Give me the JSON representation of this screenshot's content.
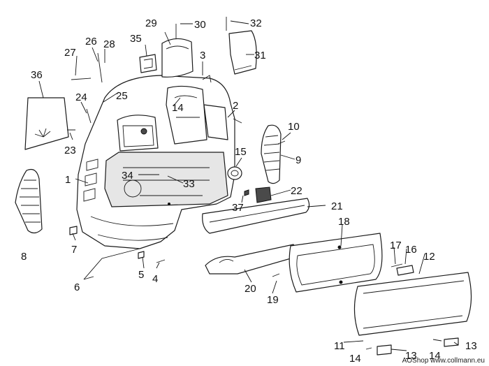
{
  "callouts": {
    "c1": "1",
    "c2": "2",
    "c3": "3",
    "c4": "4",
    "c5": "5",
    "c6": "6",
    "c7": "7",
    "c8": "8",
    "c9": "9",
    "c10": "10",
    "c11": "11",
    "c12": "12",
    "c13a": "13",
    "c13b": "13",
    "c14a": "14",
    "c14b": "14",
    "c14c": "14",
    "c15": "15",
    "c16": "16",
    "c17": "17",
    "c18": "18",
    "c19": "19",
    "c20": "20",
    "c21": "21",
    "c22": "22",
    "c23": "23",
    "c24": "24",
    "c25": "25",
    "c26": "26",
    "c27": "27",
    "c28": "28",
    "c29": "29",
    "c30": "30",
    "c31": "31",
    "c32": "32",
    "c33": "33",
    "c34": "34",
    "c35": "35",
    "c36": "36",
    "c37": "37"
  },
  "watermark": "AOShop www.collmann.eu"
}
